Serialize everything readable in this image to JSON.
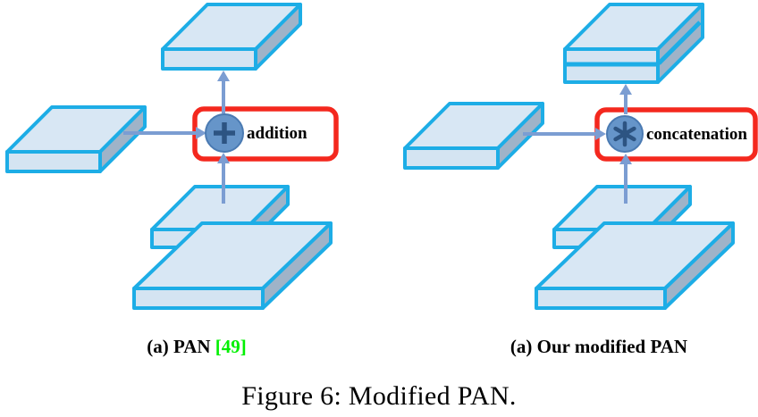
{
  "figure": {
    "caption": "Figure 6: Modified PAN.",
    "left": {
      "operator_icon": "plus-icon",
      "operator_label": "addition",
      "caption_prefix": "(a) PAN ",
      "caption_citation": "[49]"
    },
    "right": {
      "operator_icon": "asterisk-icon",
      "operator_label": "concatenation",
      "caption": "(a) Our modified PAN"
    }
  },
  "colors": {
    "slab-border": "#1dade6",
    "slab-top": "#d8e7f4",
    "slab-front": "#d4e4f2",
    "slab-side": "#9fb3c8",
    "arrow": "#7b9dd2",
    "box-border": "#f4281e",
    "box-fill": "#ffffff",
    "node-fill": "#6695c9",
    "node-stroke": "#4a7ab2",
    "node-glyph": "#2d5482",
    "citation": "#00f000",
    "text": "#000000",
    "bg": "#ffffff"
  }
}
